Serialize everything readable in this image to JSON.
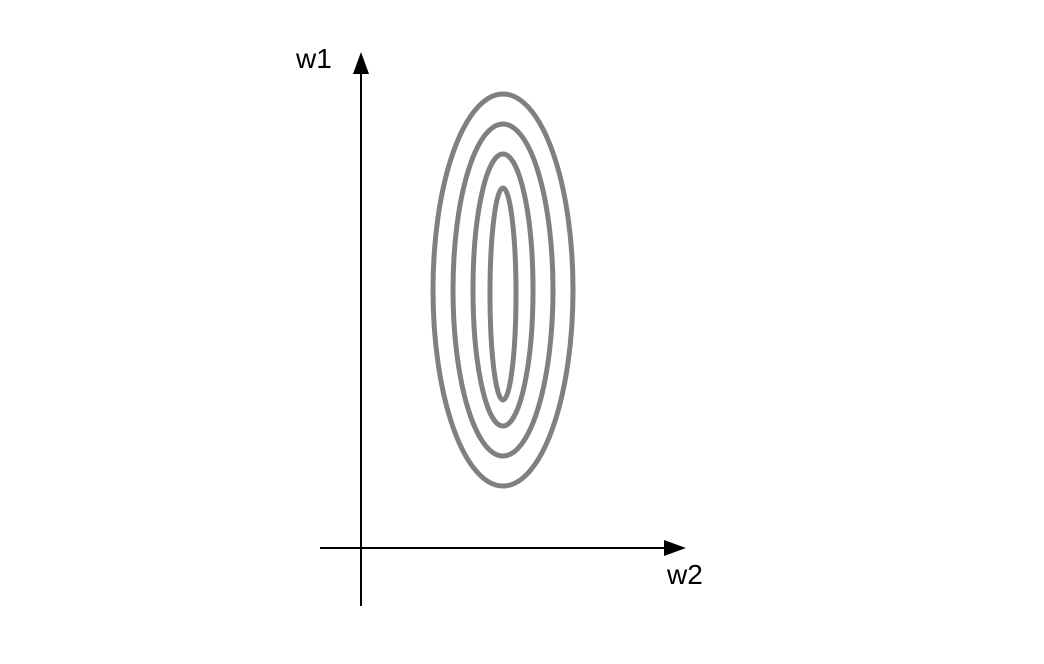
{
  "axes": {
    "y_label": "w1",
    "x_label": "w2"
  },
  "contours": {
    "count": 4,
    "stroke_color": "#808080"
  },
  "colors": {
    "axis": "#000000",
    "background": "#ffffff"
  }
}
